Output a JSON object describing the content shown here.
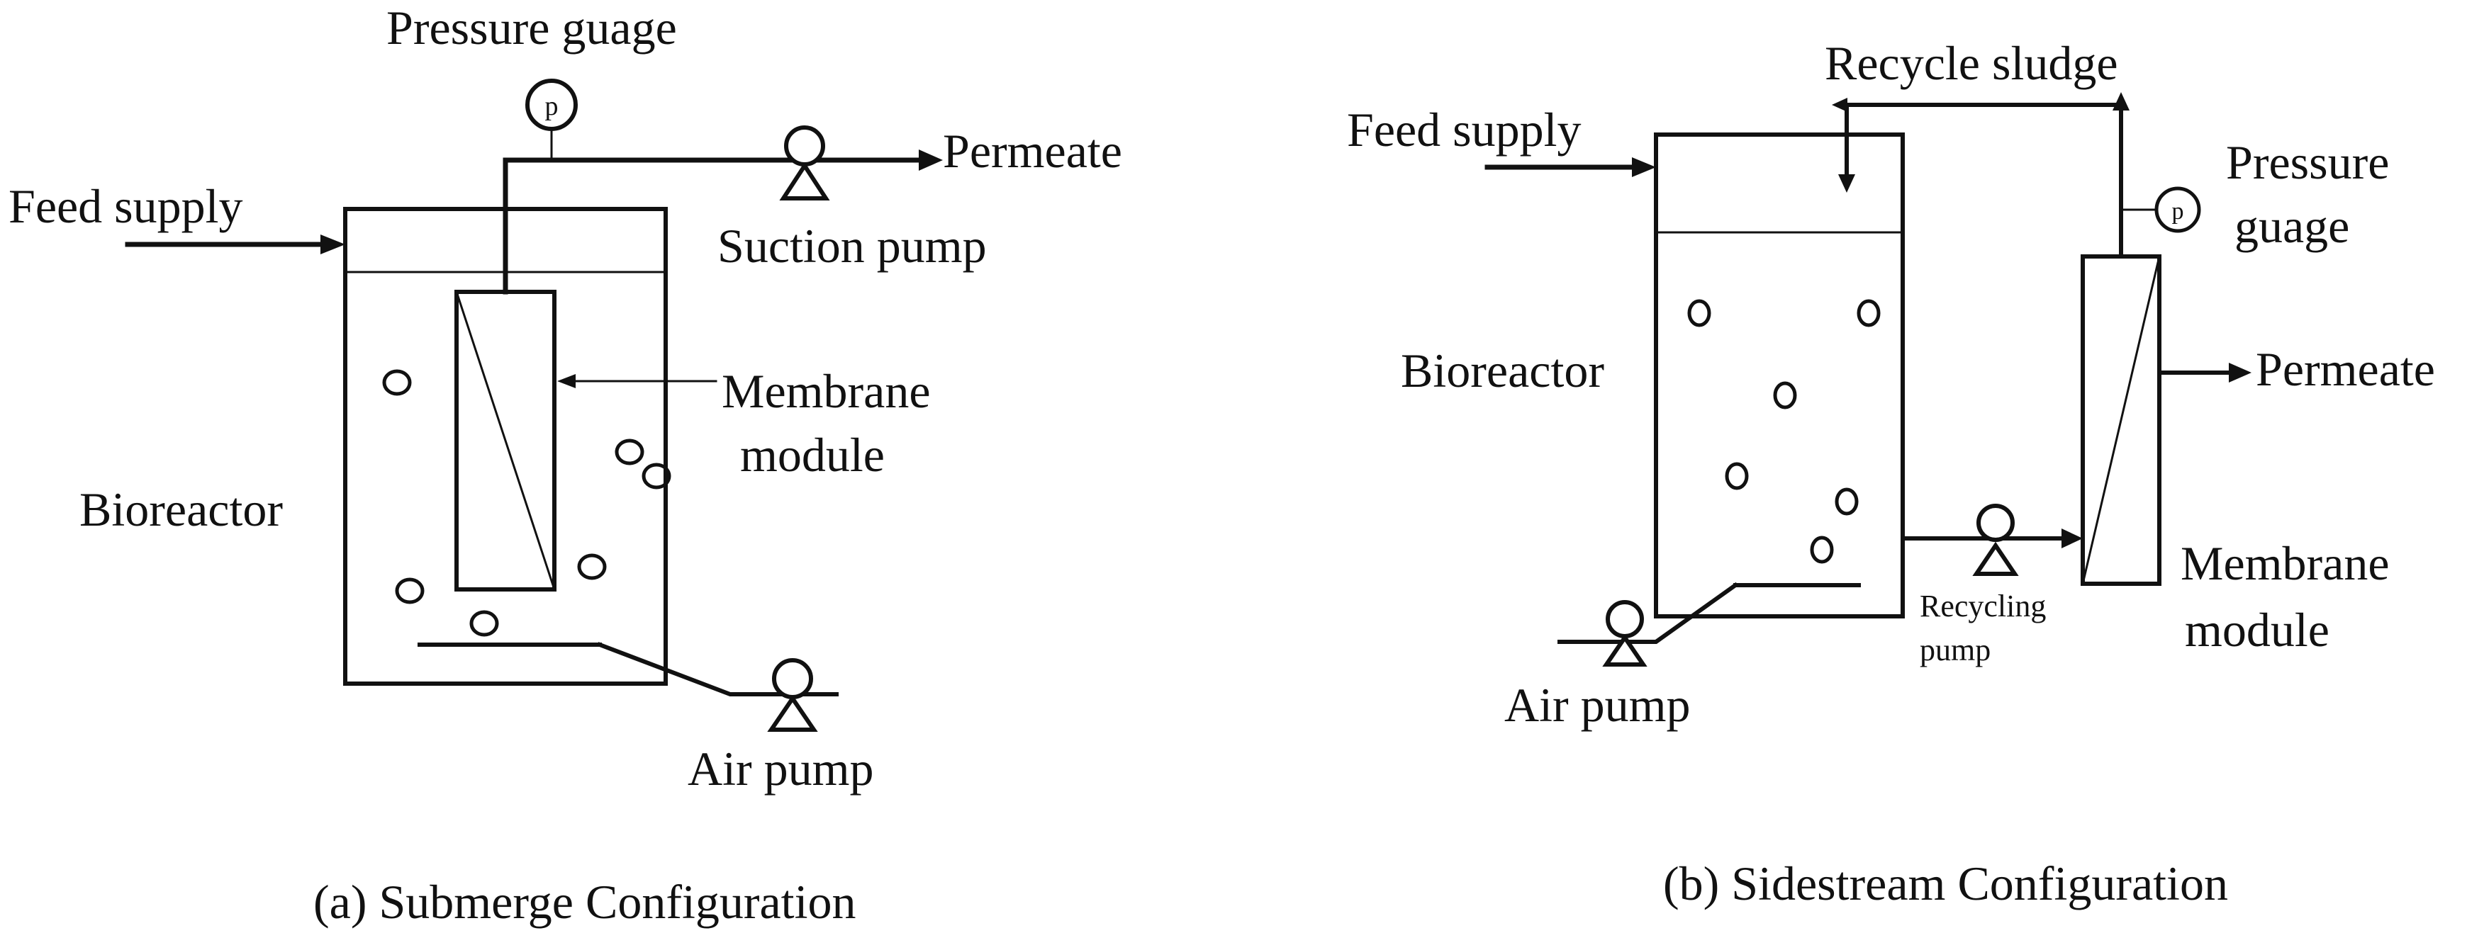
{
  "panel_a": {
    "caption": "(a) Submerge Configuration",
    "labels": {
      "pressure_gauge": "Pressure guage",
      "permeate": "Permeate",
      "feed_supply": "Feed supply",
      "suction_pump": "Suction pump",
      "membrane_line1": "Membrane",
      "membrane_line2": "module",
      "bioreactor": "Bioreactor",
      "air_pump": "Air pump",
      "gauge_symbol": "p"
    }
  },
  "panel_b": {
    "caption": "(b) Sidestream Configuration",
    "labels": {
      "recycle_sludge": "Recycle sludge",
      "feed_supply": "Feed supply",
      "pressure_line1": "Pressure",
      "pressure_line2": "guage",
      "bioreactor": "Bioreactor",
      "permeate": "Permeate",
      "membrane_line1": "Membrane",
      "membrane_line2": "module",
      "recycling_line1": "Recycling",
      "recycling_line2": "pump",
      "air_pump": "Air pump",
      "gauge_symbol": "p"
    }
  }
}
